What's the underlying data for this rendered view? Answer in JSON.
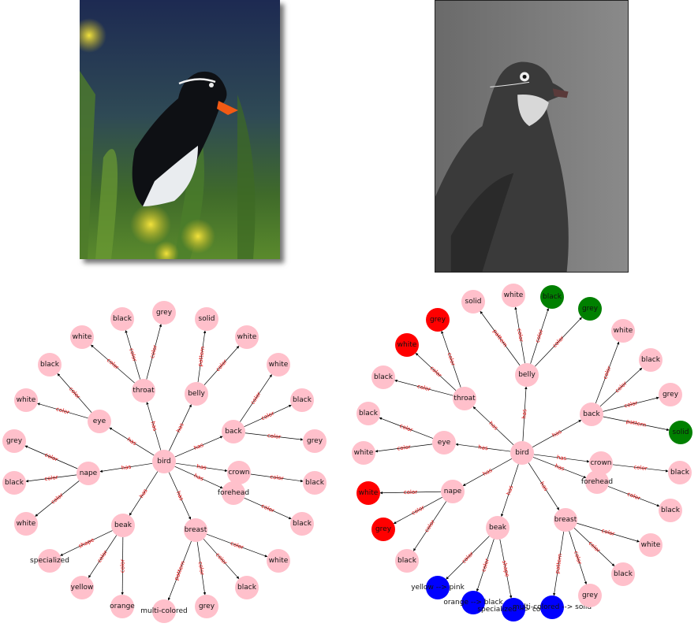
{
  "colors": {
    "node_default": "#ffc0cb",
    "node_removed": "#ff0000",
    "node_added": "#008000",
    "node_changed": "#0000ff",
    "edge_line": "#000000",
    "edge_label": "#e00000"
  },
  "images": {
    "left_photo": {
      "subject": "black-and-white seabird with orange beak among green grass and yellow flowers"
    },
    "right_photo": {
      "subject": "grayscale seabird with pale eye and small dark beak against grey background"
    }
  },
  "graphs": [
    {
      "id": "left-graph",
      "nodes": [
        {
          "id": "bird",
          "label": "bird",
          "color": "#ffc0cb"
        },
        {
          "id": "throat",
          "label": "throat",
          "color": "#ffc0cb"
        },
        {
          "id": "belly",
          "label": "belly",
          "color": "#ffc0cb"
        },
        {
          "id": "eye",
          "label": "eye",
          "color": "#ffc0cb"
        },
        {
          "id": "back",
          "label": "back",
          "color": "#ffc0cb"
        },
        {
          "id": "nape",
          "label": "nape",
          "color": "#ffc0cb"
        },
        {
          "id": "crown",
          "label": "crown",
          "color": "#ffc0cb"
        },
        {
          "id": "forehead",
          "label": "forehead",
          "color": "#ffc0cb"
        },
        {
          "id": "beak",
          "label": "beak",
          "color": "#ffc0cb"
        },
        {
          "id": "breast",
          "label": "breast",
          "color": "#ffc0cb"
        },
        {
          "id": "t_white",
          "label": "white",
          "color": "#ffc0cb"
        },
        {
          "id": "t_black",
          "label": "black",
          "color": "#ffc0cb"
        },
        {
          "id": "t_grey",
          "label": "grey",
          "color": "#ffc0cb"
        },
        {
          "id": "b_solid",
          "label": "solid",
          "color": "#ffc0cb"
        },
        {
          "id": "b_white",
          "label": "white",
          "color": "#ffc0cb"
        },
        {
          "id": "e_black",
          "label": "black",
          "color": "#ffc0cb"
        },
        {
          "id": "e_white",
          "label": "white",
          "color": "#ffc0cb"
        },
        {
          "id": "bk_white",
          "label": "white",
          "color": "#ffc0cb"
        },
        {
          "id": "bk_black",
          "label": "black",
          "color": "#ffc0cb"
        },
        {
          "id": "bk_grey",
          "label": "grey",
          "color": "#ffc0cb"
        },
        {
          "id": "n_grey",
          "label": "grey",
          "color": "#ffc0cb"
        },
        {
          "id": "n_black",
          "label": "black",
          "color": "#ffc0cb"
        },
        {
          "id": "n_white",
          "label": "white",
          "color": "#ffc0cb"
        },
        {
          "id": "c_black",
          "label": "black",
          "color": "#ffc0cb"
        },
        {
          "id": "f_black",
          "label": "black",
          "color": "#ffc0cb"
        },
        {
          "id": "bk_special",
          "label": "specialized",
          "color": "#ffc0cb"
        },
        {
          "id": "bk_yellow",
          "label": "yellow",
          "color": "#ffc0cb"
        },
        {
          "id": "bk_orange",
          "label": "orange",
          "color": "#ffc0cb"
        },
        {
          "id": "br_multi",
          "label": "multi-colored",
          "color": "#ffc0cb"
        },
        {
          "id": "br_grey",
          "label": "grey",
          "color": "#ffc0cb"
        },
        {
          "id": "br_black",
          "label": "black",
          "color": "#ffc0cb"
        },
        {
          "id": "br_white",
          "label": "white",
          "color": "#ffc0cb"
        }
      ],
      "edges": [
        {
          "from": "bird",
          "to": "throat",
          "label": "has"
        },
        {
          "from": "bird",
          "to": "belly",
          "label": "has"
        },
        {
          "from": "bird",
          "to": "eye",
          "label": "has"
        },
        {
          "from": "bird",
          "to": "back",
          "label": "has"
        },
        {
          "from": "bird",
          "to": "nape",
          "label": "has"
        },
        {
          "from": "bird",
          "to": "crown",
          "label": "has"
        },
        {
          "from": "bird",
          "to": "forehead",
          "label": "has"
        },
        {
          "from": "bird",
          "to": "beak",
          "label": "has"
        },
        {
          "from": "bird",
          "to": "breast",
          "label": "has"
        },
        {
          "from": "throat",
          "to": "t_white",
          "label": "color"
        },
        {
          "from": "throat",
          "to": "t_black",
          "label": "color"
        },
        {
          "from": "throat",
          "to": "t_grey",
          "label": "color"
        },
        {
          "from": "belly",
          "to": "b_solid",
          "label": "pattern"
        },
        {
          "from": "belly",
          "to": "b_white",
          "label": "color"
        },
        {
          "from": "eye",
          "to": "e_black",
          "label": "color"
        },
        {
          "from": "eye",
          "to": "e_white",
          "label": "color"
        },
        {
          "from": "back",
          "to": "bk_white",
          "label": "color"
        },
        {
          "from": "back",
          "to": "bk_black",
          "label": "color"
        },
        {
          "from": "back",
          "to": "bk_grey",
          "label": "color"
        },
        {
          "from": "nape",
          "to": "n_grey",
          "label": "color"
        },
        {
          "from": "nape",
          "to": "n_black",
          "label": "color"
        },
        {
          "from": "nape",
          "to": "n_white",
          "label": "color"
        },
        {
          "from": "crown",
          "to": "c_black",
          "label": "color"
        },
        {
          "from": "forehead",
          "to": "f_black",
          "label": "color"
        },
        {
          "from": "beak",
          "to": "bk_special",
          "label": "shape"
        },
        {
          "from": "beak",
          "to": "bk_yellow",
          "label": "color"
        },
        {
          "from": "beak",
          "to": "bk_orange",
          "label": "color"
        },
        {
          "from": "breast",
          "to": "br_multi",
          "label": "pattern"
        },
        {
          "from": "breast",
          "to": "br_grey",
          "label": "color"
        },
        {
          "from": "breast",
          "to": "br_black",
          "label": "color"
        },
        {
          "from": "breast",
          "to": "br_white",
          "label": "color"
        }
      ]
    },
    {
      "id": "right-graph",
      "nodes": [
        {
          "id": "bird",
          "label": "bird",
          "color": "#ffc0cb"
        },
        {
          "id": "belly",
          "label": "belly",
          "color": "#ffc0cb"
        },
        {
          "id": "throat",
          "label": "throat",
          "color": "#ffc0cb"
        },
        {
          "id": "eye",
          "label": "eye",
          "color": "#ffc0cb"
        },
        {
          "id": "back",
          "label": "back",
          "color": "#ffc0cb"
        },
        {
          "id": "crown",
          "label": "crown",
          "color": "#ffc0cb"
        },
        {
          "id": "forehead",
          "label": "forehead",
          "color": "#ffc0cb"
        },
        {
          "id": "nape",
          "label": "nape",
          "color": "#ffc0cb"
        },
        {
          "id": "beak",
          "label": "beak",
          "color": "#ffc0cb"
        },
        {
          "id": "breast",
          "label": "breast",
          "color": "#ffc0cb"
        },
        {
          "id": "be_solid",
          "label": "solid",
          "color": "#ffc0cb"
        },
        {
          "id": "be_white",
          "label": "white",
          "color": "#ffc0cb"
        },
        {
          "id": "be_black",
          "label": "black",
          "color": "#008000"
        },
        {
          "id": "be_grey",
          "label": "grey",
          "color": "#008000"
        },
        {
          "id": "t_grey",
          "label": "grey",
          "color": "#ff0000"
        },
        {
          "id": "t_white",
          "label": "white",
          "color": "#ff0000"
        },
        {
          "id": "t_black",
          "label": "black",
          "color": "#ffc0cb"
        },
        {
          "id": "e_black",
          "label": "black",
          "color": "#ffc0cb"
        },
        {
          "id": "e_white",
          "label": "white",
          "color": "#ffc0cb"
        },
        {
          "id": "bk_white",
          "label": "white",
          "color": "#ffc0cb"
        },
        {
          "id": "bk_black",
          "label": "black",
          "color": "#ffc0cb"
        },
        {
          "id": "bk_grey",
          "label": "grey",
          "color": "#ffc0cb"
        },
        {
          "id": "bk_solid",
          "label": "solid",
          "color": "#008000"
        },
        {
          "id": "c_black",
          "label": "black",
          "color": "#ffc0cb"
        },
        {
          "id": "f_black",
          "label": "black",
          "color": "#ffc0cb"
        },
        {
          "id": "n_white",
          "label": "white",
          "color": "#ff0000"
        },
        {
          "id": "n_grey",
          "label": "grey",
          "color": "#ff0000"
        },
        {
          "id": "n_black",
          "label": "black",
          "color": "#ffc0cb"
        },
        {
          "id": "bk_yellow",
          "label": "yellow --> pink",
          "color": "#0000ff"
        },
        {
          "id": "bk_orange",
          "label": "orange --> black",
          "color": "#0000ff"
        },
        {
          "id": "bk_special",
          "label": "specialized --> cone",
          "color": "#0000ff"
        },
        {
          "id": "br_multi",
          "label": "multi-colored --> solid",
          "color": "#0000ff"
        },
        {
          "id": "br_grey",
          "label": "grey",
          "color": "#ffc0cb"
        },
        {
          "id": "br_black",
          "label": "black",
          "color": "#ffc0cb"
        },
        {
          "id": "br_white",
          "label": "white",
          "color": "#ffc0cb"
        }
      ],
      "edges": [
        {
          "from": "bird",
          "to": "belly",
          "label": "has"
        },
        {
          "from": "bird",
          "to": "throat",
          "label": "has"
        },
        {
          "from": "bird",
          "to": "eye",
          "label": "has"
        },
        {
          "from": "bird",
          "to": "back",
          "label": "has"
        },
        {
          "from": "bird",
          "to": "crown",
          "label": "has"
        },
        {
          "from": "bird",
          "to": "forehead",
          "label": "has"
        },
        {
          "from": "bird",
          "to": "nape",
          "label": "has"
        },
        {
          "from": "bird",
          "to": "beak",
          "label": "has"
        },
        {
          "from": "bird",
          "to": "breast",
          "label": "has"
        },
        {
          "from": "belly",
          "to": "be_solid",
          "label": "pattern"
        },
        {
          "from": "belly",
          "to": "be_white",
          "label": "color"
        },
        {
          "from": "belly",
          "to": "be_black",
          "label": "color"
        },
        {
          "from": "belly",
          "to": "be_grey",
          "label": "color"
        },
        {
          "from": "throat",
          "to": "t_grey",
          "label": "color"
        },
        {
          "from": "throat",
          "to": "t_white",
          "label": "color"
        },
        {
          "from": "throat",
          "to": "t_black",
          "label": "color"
        },
        {
          "from": "eye",
          "to": "e_black",
          "label": "color"
        },
        {
          "from": "eye",
          "to": "e_white",
          "label": "color"
        },
        {
          "from": "back",
          "to": "bk_white",
          "label": "color"
        },
        {
          "from": "back",
          "to": "bk_black",
          "label": "color"
        },
        {
          "from": "back",
          "to": "bk_grey",
          "label": "color"
        },
        {
          "from": "back",
          "to": "bk_solid",
          "label": "pattern"
        },
        {
          "from": "crown",
          "to": "c_black",
          "label": "color"
        },
        {
          "from": "forehead",
          "to": "f_black",
          "label": "color"
        },
        {
          "from": "nape",
          "to": "n_white",
          "label": "color"
        },
        {
          "from": "nape",
          "to": "n_grey",
          "label": "color"
        },
        {
          "from": "nape",
          "to": "n_black",
          "label": "color"
        },
        {
          "from": "beak",
          "to": "bk_yellow",
          "label": "color"
        },
        {
          "from": "beak",
          "to": "bk_orange",
          "label": "color"
        },
        {
          "from": "beak",
          "to": "bk_special",
          "label": "shape"
        },
        {
          "from": "breast",
          "to": "br_multi",
          "label": "pattern"
        },
        {
          "from": "breast",
          "to": "br_grey",
          "label": "color"
        },
        {
          "from": "breast",
          "to": "br_black",
          "label": "color"
        },
        {
          "from": "breast",
          "to": "br_white",
          "label": "color"
        }
      ]
    }
  ]
}
